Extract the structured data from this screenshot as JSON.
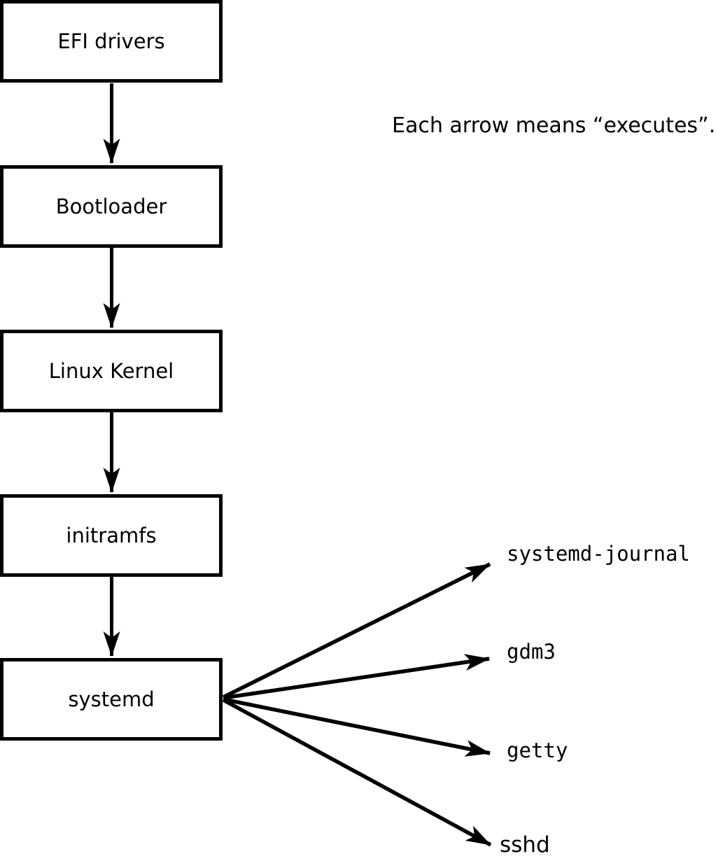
{
  "annotation": "Each arrow means “executes”.",
  "flow": {
    "nodes": [
      {
        "id": "efi-drivers",
        "label": "EFI drivers"
      },
      {
        "id": "bootloader",
        "label": "Bootloader"
      },
      {
        "id": "linux-kernel",
        "label": "Linux Kernel"
      },
      {
        "id": "initramfs",
        "label": "initramfs"
      },
      {
        "id": "systemd",
        "label": "systemd"
      }
    ],
    "edge_meaning": "executes"
  },
  "spawned_processes": [
    {
      "id": "systemd-journal",
      "label": "systemd-journal"
    },
    {
      "id": "gdm3",
      "label": "gdm3"
    },
    {
      "id": "getty",
      "label": "getty"
    },
    {
      "id": "sshd",
      "label": "sshd"
    }
  ],
  "colors": {
    "stroke": "#000000",
    "background": "#ffffff"
  }
}
